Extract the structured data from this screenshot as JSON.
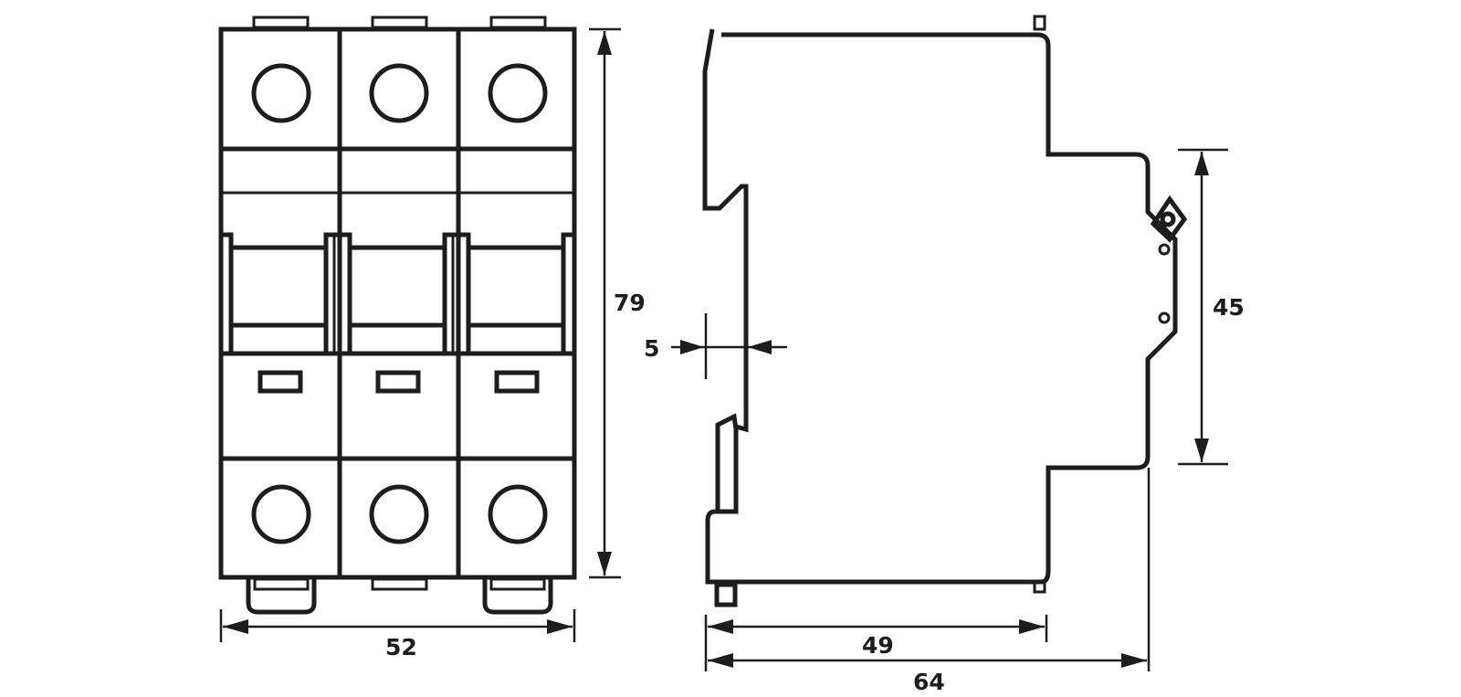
{
  "drawing": {
    "subject": "3-pole miniature circuit breaker / DIN-rail device dimension drawing",
    "units": "mm",
    "line_color": "#1e1c1c",
    "background": "#ffffff",
    "views": {
      "front": {
        "poles": 3,
        "dimensions": {
          "width": "52",
          "height": "79"
        }
      },
      "side": {
        "dimensions": {
          "rail_offset": "5",
          "mid_height": "45",
          "front_depth": "49",
          "total_depth": "64"
        }
      }
    }
  }
}
